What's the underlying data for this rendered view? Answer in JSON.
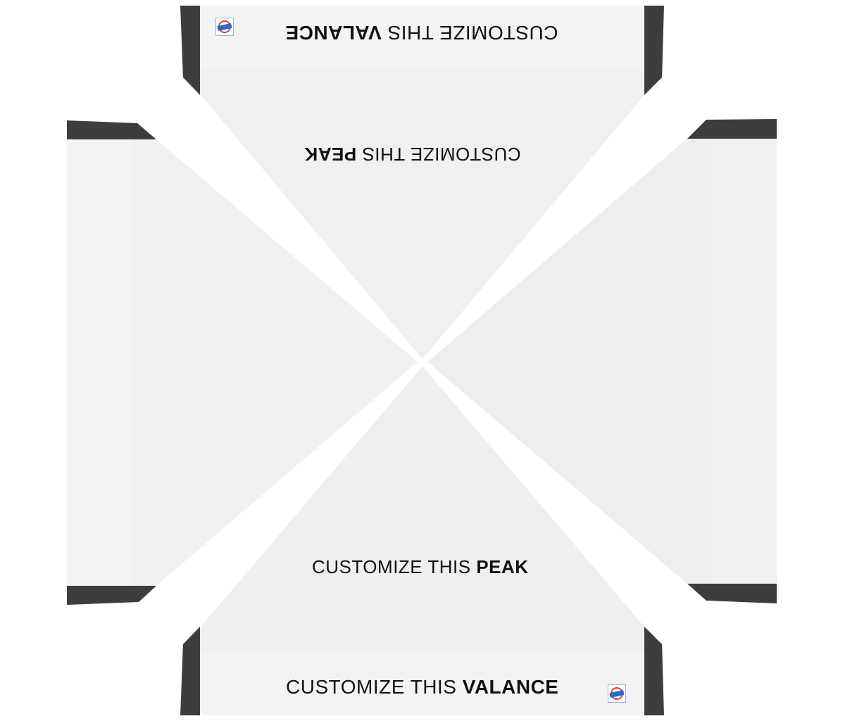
{
  "canopy": {
    "top_valance": {
      "prefix": "CUSTOMIZE THIS ",
      "emphasis": "VALANCE"
    },
    "top_peak": {
      "prefix": "CUSTOMIZE THIS ",
      "emphasis": "PEAK"
    },
    "bottom_peak": {
      "prefix": "CUSTOMIZE THIS ",
      "emphasis": "PEAK"
    },
    "bottom_valance": {
      "prefix": "CUSTOMIZE THIS ",
      "emphasis": "VALANCE"
    }
  },
  "colors": {
    "background": "#ffffff",
    "panel_fill": "#f0f0f0",
    "panel_shade": "#ebebeb",
    "trim": "#3c3d3f",
    "text": "#111111"
  },
  "logo": {
    "icon": "brand-logo-badge"
  }
}
